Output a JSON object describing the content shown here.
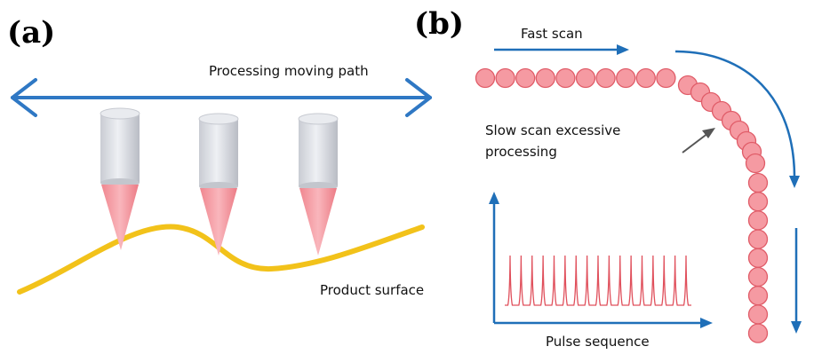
{
  "panel_a": {
    "label": "(a)",
    "path_label": "Processing moving path",
    "surface_label": "Product surface",
    "tool_count": 3,
    "colors": {
      "arrow": "#2f78c4",
      "surface": "#f2c21a",
      "tip": "#f59aa2",
      "tool": "#d8dbe3"
    }
  },
  "panel_b": {
    "label": "(b)",
    "fast_label": "Fast scan",
    "slow_label_line1": "Slow scan excessive",
    "slow_label_line2": "processing",
    "pulse_label": "Pulse sequence",
    "pulse_count": 17,
    "colors": {
      "arrow": "#1f6fb8",
      "spot_fill": "#f59aa2",
      "spot_stroke": "#e05c68",
      "pulse": "#e0505c",
      "pointer": "#555555"
    }
  }
}
